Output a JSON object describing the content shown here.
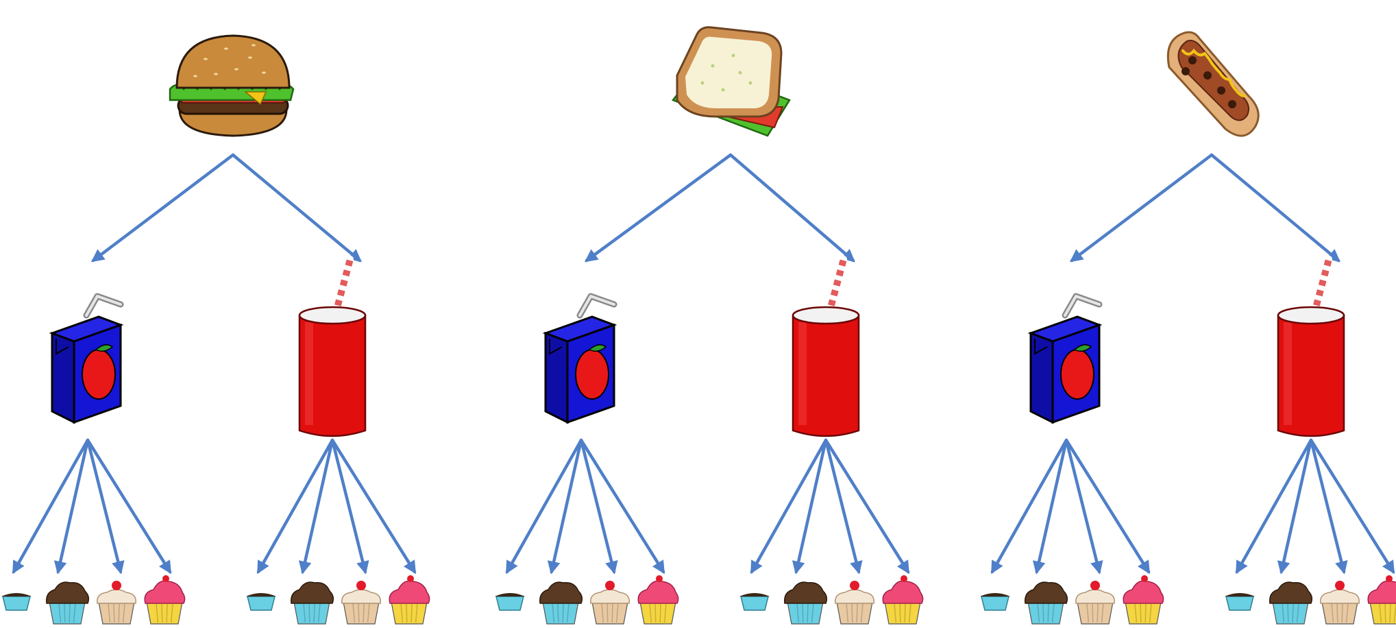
{
  "colors": {
    "arrow": "#4f7fc8",
    "background": "#ffffff",
    "juice_box": "#1515d6",
    "juice_apple": "#e81818",
    "soda_can": "#e10e0e",
    "straw_stripe": "#e35b5b",
    "bun": "#c98a3c",
    "patty": "#5a3417",
    "lettuce": "#4fc12c",
    "tomato": "#e23b2b",
    "bread_crust": "#cf9152",
    "bread": "#f7f2d6",
    "sausage": "#a04a26",
    "mustard": "#f2c417",
    "cupcake_blue": "#69cfe3",
    "cupcake_pink": "#ef4a77",
    "cupcake_yellow": "#f5d540",
    "cupcake_chocolate": "#5a3a22",
    "cupcake_tan": "#e8c9a2",
    "cherry": "#e21a2b"
  },
  "tree": {
    "mains": [
      {
        "name": "hamburger",
        "icon": "hamburger-icon"
      },
      {
        "name": "sandwich",
        "icon": "sandwich-icon"
      },
      {
        "name": "hot-dog",
        "icon": "hot-dog-icon"
      }
    ],
    "drinks": [
      {
        "name": "juice-box",
        "icon": "juice-box-icon"
      },
      {
        "name": "soda-can",
        "icon": "soda-can-icon"
      }
    ],
    "desserts": [
      {
        "name": "blue-cupcake",
        "icon": "blue-cupcake-icon"
      },
      {
        "name": "chocolate-cupcake",
        "icon": "chocolate-cupcake-icon"
      },
      {
        "name": "cherry-cupcake",
        "icon": "cherry-cupcake-icon"
      },
      {
        "name": "pink-cupcake",
        "icon": "pink-cupcake-icon"
      }
    ]
  }
}
